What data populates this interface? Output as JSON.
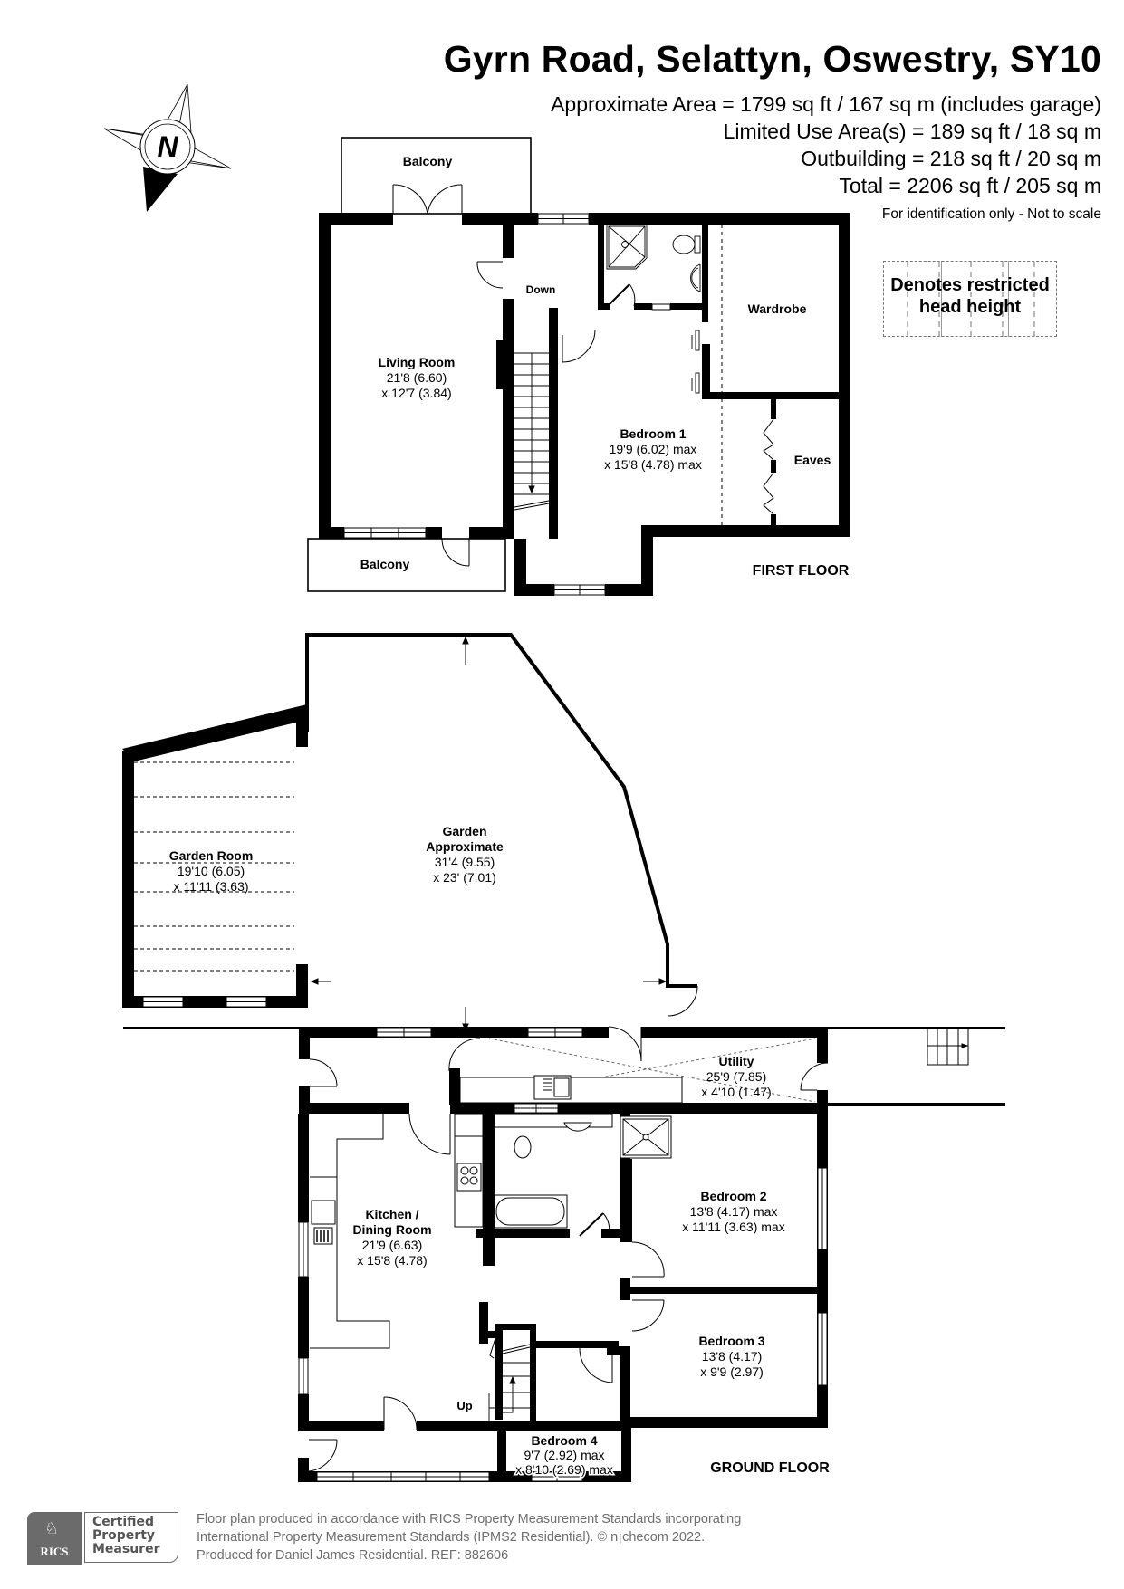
{
  "header": {
    "title": "Gyrn Road, Selattyn, Oswestry, SY10",
    "areas": [
      "Approximate Area = 1799 sq ft / 167 sq m (includes garage)",
      "Limited Use Area(s) = 189 sq ft / 18 sq m",
      "Outbuilding = 218 sq ft / 20 sq m",
      "Total = 2206 sq ft / 205 sq m"
    ],
    "disclaimer": "For identification only - Not to scale"
  },
  "legend": {
    "restricted_head_height_line1": "Denotes restricted",
    "restricted_head_height_line2": "head height"
  },
  "compass": {
    "icon": "compass-rose-icon",
    "letter": "N"
  },
  "first_floor": {
    "floor_label": "FIRST FLOOR",
    "rooms": {
      "balcony_top": {
        "name": "Balcony"
      },
      "balcony_bottom": {
        "name": "Balcony"
      },
      "living_room": {
        "name": "Living Room",
        "dim1": "21'8 (6.60)",
        "dim2": "x 12'7 (3.84)"
      },
      "bedroom_1": {
        "name": "Bedroom 1",
        "dim1": "19'9 (6.02) max",
        "dim2": "x 15'8 (4.78) max"
      },
      "wardrobe": {
        "name": "Wardrobe"
      },
      "eaves": {
        "name": "Eaves"
      },
      "stairs": {
        "label": "Down"
      }
    }
  },
  "outbuilding": {
    "rooms": {
      "garden_room": {
        "name": "Garden Room",
        "dim1": "19'10 (6.05)",
        "dim2": "x 11'11 (3.63)"
      },
      "garden": {
        "name": "Garden",
        "name2": "Approximate",
        "dim1": "31'4 (9.55)",
        "dim2": "x 23' (7.01)"
      }
    }
  },
  "ground_floor": {
    "floor_label": "GROUND FLOOR",
    "rooms": {
      "utility": {
        "name": "Utility",
        "dim1": "25'9 (7.85)",
        "dim2": "x 4'10 (1.47)"
      },
      "kitchen": {
        "name": "Kitchen /",
        "name2": "Dining Room",
        "dim1": "21'9 (6.63)",
        "dim2": "x 15'8 (4.78)"
      },
      "bedroom_2": {
        "name": "Bedroom 2",
        "dim1": "13'8 (4.17) max",
        "dim2": "x 11'11 (3.63) max"
      },
      "bedroom_3": {
        "name": "Bedroom 3",
        "dim1": "13'8 (4.17)",
        "dim2": "x 9'9 (2.97)"
      },
      "bedroom_4": {
        "name": "Bedroom 4",
        "dim1": "9'7 (2.92) max",
        "dim2": "x 8'10 (2.69) max"
      },
      "stairs": {
        "label": "Up"
      }
    }
  },
  "footer": {
    "badge_org": "RICS",
    "badge_line1": "Certified",
    "badge_line2": "Property",
    "badge_line3": "Measurer",
    "lines": [
      "Floor plan produced in accordance with RICS Property Measurement Standards incorporating",
      "International Property Measurement Standards (IPMS2 Residential).   © n¡checom 2022.",
      "Produced for Daniel James Residential.   REF:  882606"
    ]
  }
}
